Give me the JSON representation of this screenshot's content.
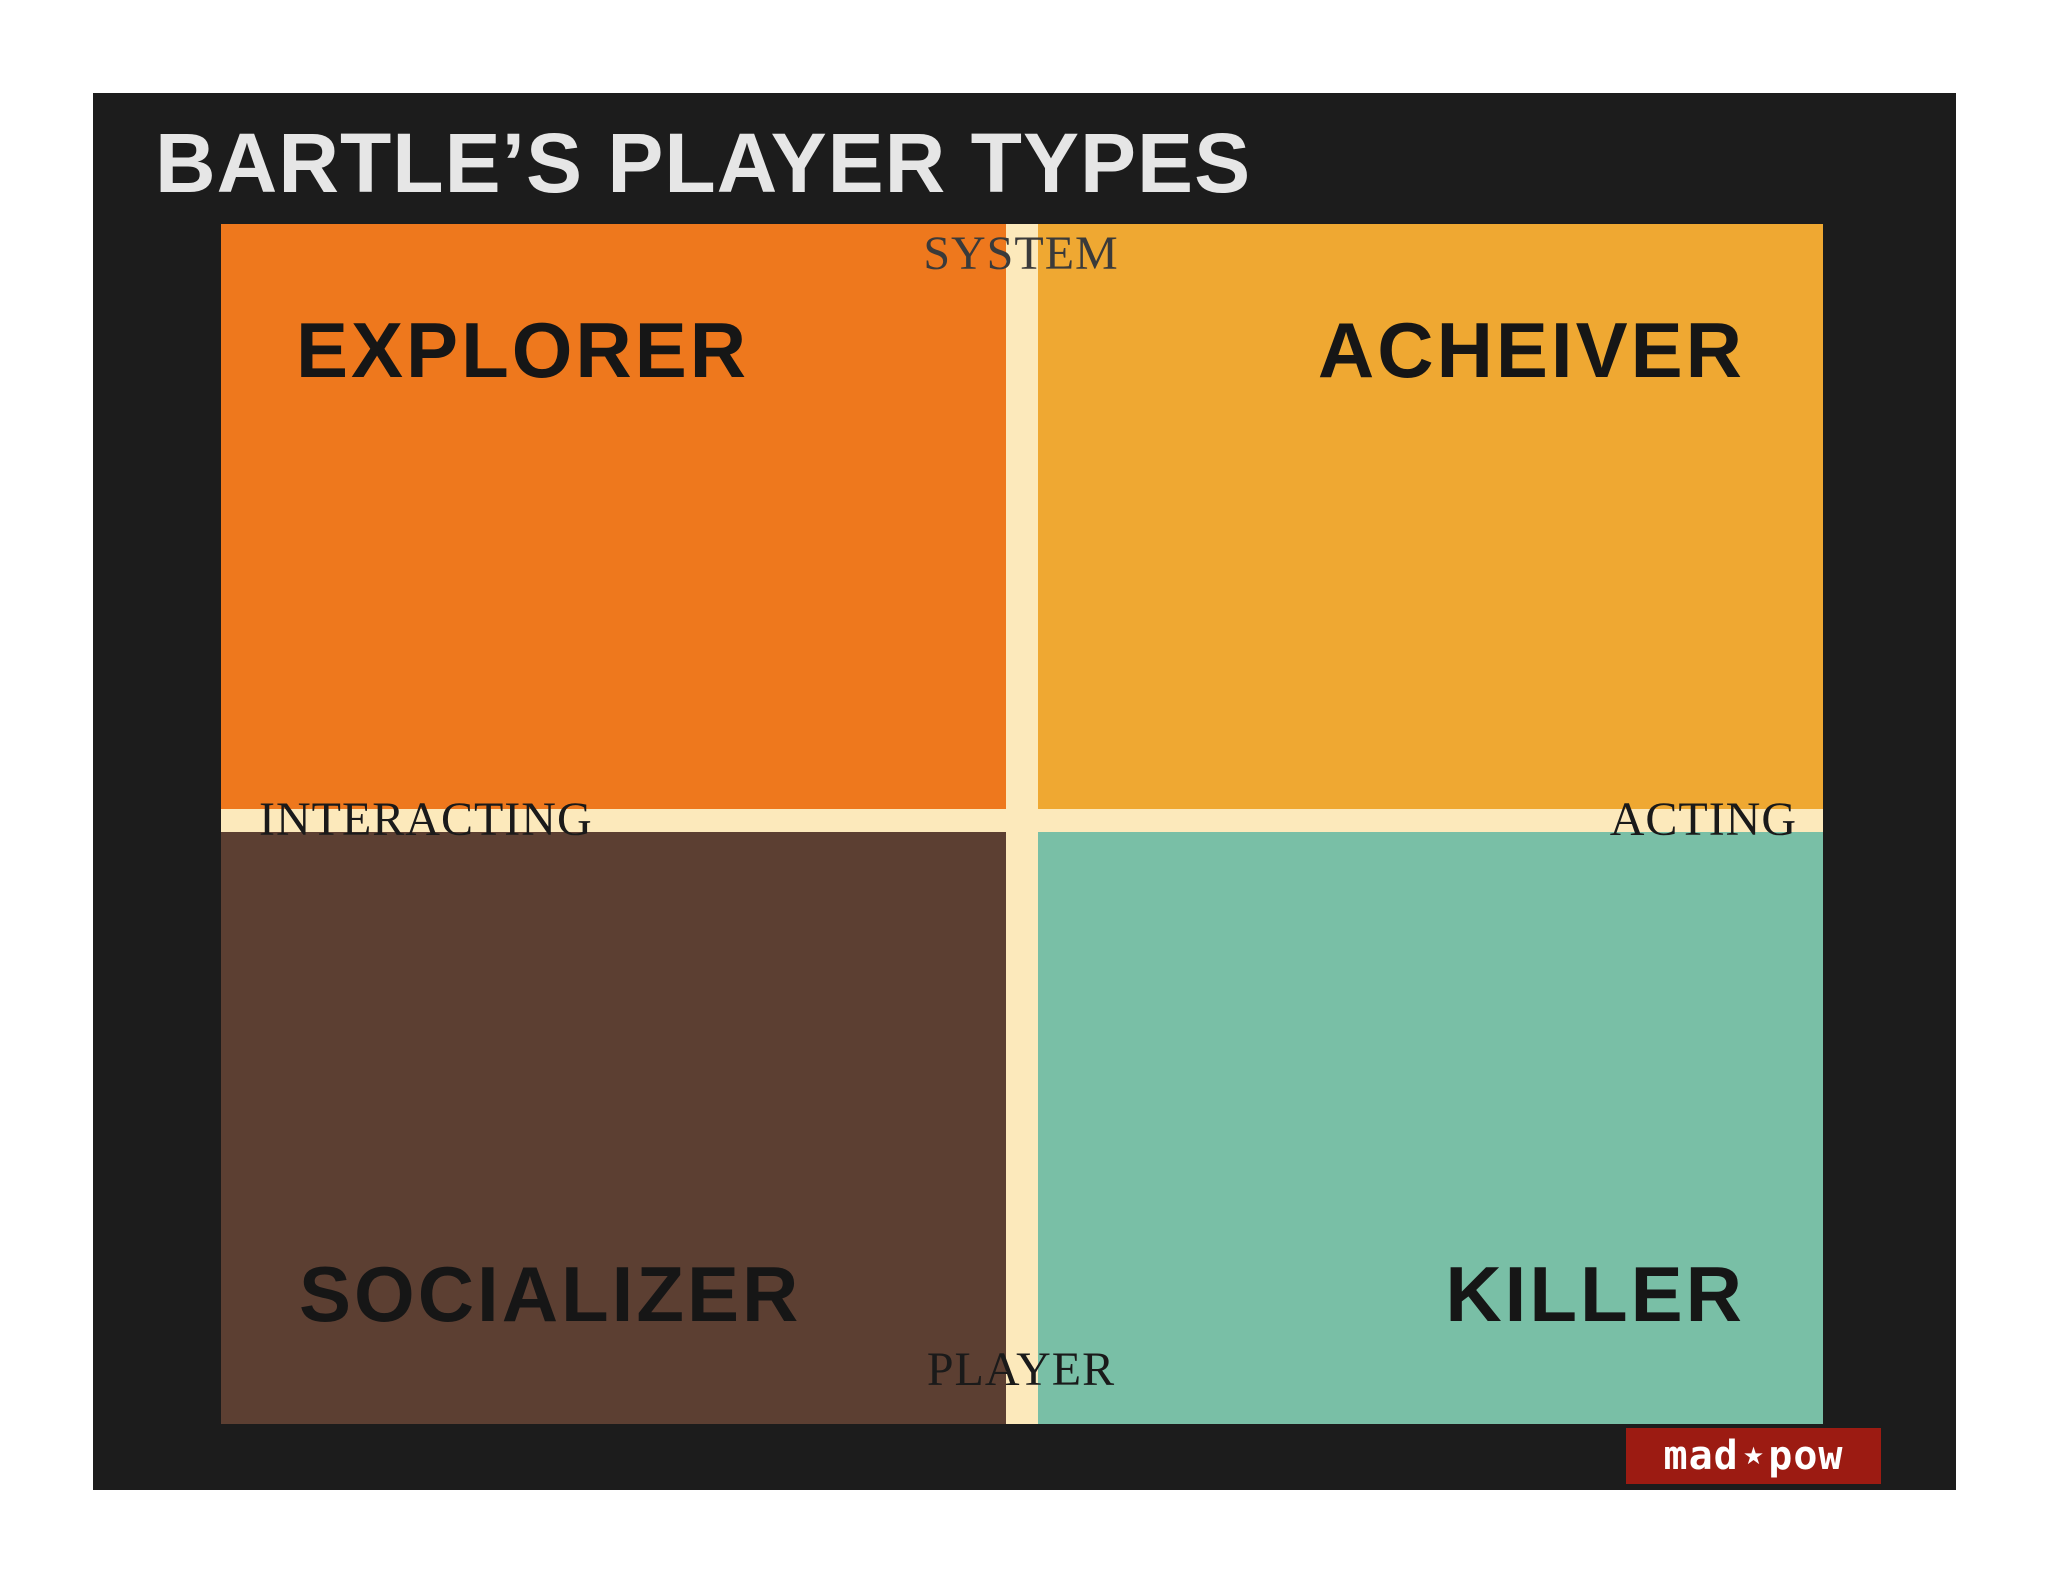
{
  "title": "BARTLE’S PLAYER TYPES",
  "quadrants": {
    "explorer": {
      "label": "EXPLORER",
      "color": "#ee781d"
    },
    "achiever": {
      "label": "ACHEIVER",
      "color": "#efa832"
    },
    "socializer": {
      "label": "SOCIALIZER",
      "color": "#5c3f32"
    },
    "killer": {
      "label": "KILLER",
      "color": "#79bfa6"
    }
  },
  "axes": {
    "top": "SYSTEM",
    "bottom": "PLAYER",
    "left": "INTERACTING",
    "right": "ACTING"
  },
  "colors": {
    "background": "#1c1c1c",
    "divider": "#fce9bb",
    "title": "#e6e6e6",
    "logo_bg": "#9c1b12"
  },
  "logo": {
    "left": "mad",
    "star": "★",
    "right": "pow"
  }
}
